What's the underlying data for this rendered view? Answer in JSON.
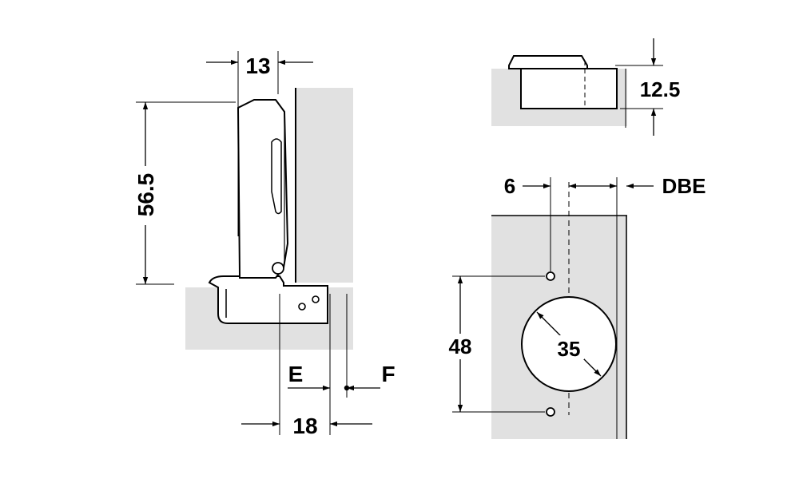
{
  "colors": {
    "panel_fill": "#e1e1e1",
    "line": "#000000",
    "background": "#ffffff"
  },
  "labels": {
    "dim_13": "13",
    "dim_56_5": "56.5",
    "dim_E": "E",
    "dim_F": "F",
    "dim_18": "18",
    "dim_12_5": "12.5",
    "dim_6": "6",
    "dim_DBE": "DBE",
    "dim_48": "48",
    "dim_35": "35"
  }
}
